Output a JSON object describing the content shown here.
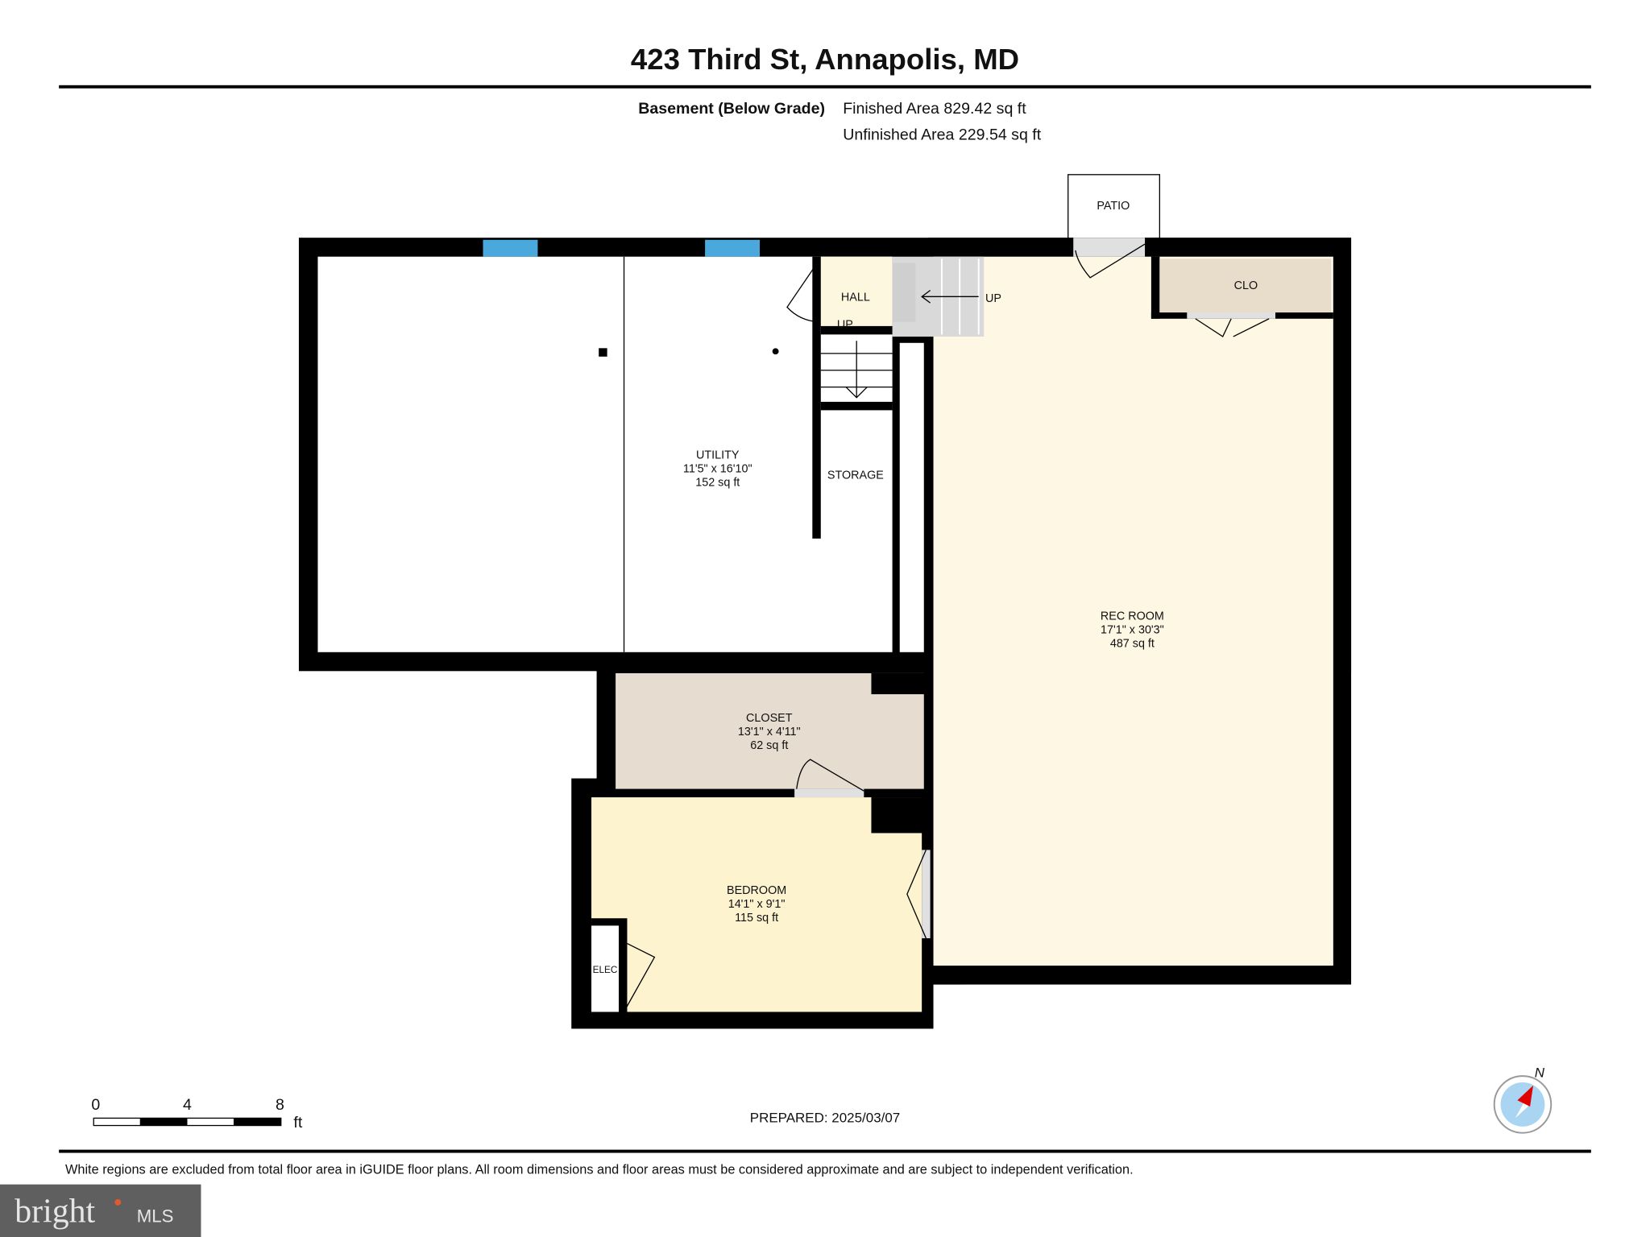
{
  "title": "423 Third St, Annapolis, MD",
  "level": {
    "name": "Basement (Below Grade)",
    "finished": "Finished Area 829.42 sq ft",
    "unfinished": "Unfinished Area 229.54 sq ft"
  },
  "rooms": {
    "utility": {
      "name": "UTILITY",
      "dims": "11'5\" x 16'10\"",
      "area": "152 sq ft"
    },
    "rec": {
      "name": "REC ROOM",
      "dims": "17'1\" x 30'3\"",
      "area": "487 sq ft"
    },
    "closet": {
      "name": "CLOSET",
      "dims": "13'1\" x 4'11\"",
      "area": "62 sq ft"
    },
    "bedroom": {
      "name": "BEDROOM",
      "dims": "14'1\" x 9'1\"",
      "area": "115 sq ft"
    },
    "hall": "HALL",
    "storage": "STORAGE",
    "clo": "CLO",
    "patio": "PATIO",
    "elec": "ELEC",
    "up1": "UP",
    "up2": "UP"
  },
  "scale": {
    "t0": "0",
    "t4": "4",
    "t8": "8",
    "unit": "ft"
  },
  "compass": "N",
  "prepared": "PREPARED: 2025/03/07",
  "disclaimer": "White regions are excluded from total floor area in iGUIDE floor plans. All room dimensions and floor areas must be considered approximate and are subject to independent verification.",
  "logo": {
    "text": "bright",
    "suffix": "MLS"
  },
  "colors": {
    "wall": "#000000",
    "rec": "#fdf7e3",
    "bedroom": "#fdf3cf",
    "closet": "#e6ddd0",
    "window": "#4aa8dc",
    "stairs": "#d9d9d9"
  }
}
